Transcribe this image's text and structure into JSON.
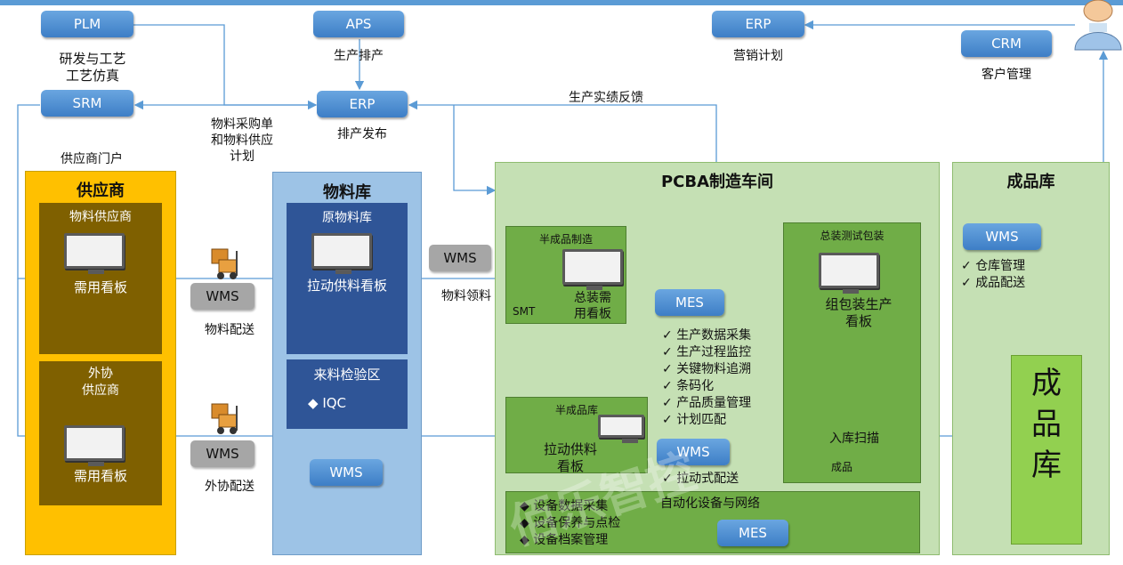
{
  "systems": {
    "plm": "PLM",
    "aps": "APS",
    "erp_top": "ERP",
    "crm": "CRM",
    "srm": "SRM",
    "erp_mid": "ERP"
  },
  "labels": {
    "plm_desc": "研发与工艺\n工艺仿真",
    "aps_desc": "生产排产",
    "erp_top_desc": "营销计划",
    "crm_desc": "客户管理",
    "erp_mid_desc": "排产发布",
    "purchase": "物料采购单\n和物料供应\n计划",
    "feedback": "生产实绩反馈",
    "supplier_portal": "供应商门户",
    "material_delivery": "物料配送",
    "outsource_delivery": "外协配送",
    "material_pick": "物料领料"
  },
  "supplier": {
    "title": "供应商",
    "material_supplier": "物料供应商",
    "material_board": "需用看板",
    "outsource_supplier": "外协\n供应商",
    "outsource_board": "需用看板"
  },
  "warehouse": {
    "title": "物料库",
    "raw": "原物料库",
    "raw_board": "拉动供料看板",
    "inspect": "来料检验区",
    "iqc": "IQC",
    "wms": "WMS"
  },
  "wms_labels": {
    "wms1": "WMS",
    "wms2": "WMS",
    "wms3": "WMS"
  },
  "pcba": {
    "title": "PCBA制造车间",
    "semi_make": "半成品制造",
    "smt": "SMT",
    "assembly_board": "总装需\n用看板",
    "mes": "MES",
    "mes_checks": [
      "生产数据采集",
      "生产过程监控",
      "关键物料追溯",
      "条码化",
      "产品质量管理",
      "计划匹配"
    ],
    "assembly_test": "总装测试包装",
    "assembly_board2": "组包装生产\n看板",
    "inbound_scan": "入库扫描",
    "finished": "成品",
    "semi_store": "半成品库",
    "semi_board": "拉动供料\n看板",
    "wms": "WMS",
    "pull_delivery": "拉动式配送",
    "equip_title": "自动化设备与网络",
    "equip_items": [
      "设备数据采集",
      "设备保养与点检",
      "设备档案管理"
    ],
    "mes2": "MES"
  },
  "finished_store": {
    "title": "成品库",
    "wms": "WMS",
    "checks": [
      "仓库管理",
      "成品配送"
    ],
    "big": "成\n品\n库"
  },
  "watermark": "佰乐智控",
  "icons": {
    "customer": "customer-icon",
    "forklift": "forklift-icon",
    "monitor": "monitor-icon"
  },
  "colors": {
    "accent_blue": "#5b9bd5",
    "supplier_yellow": "#ffc000",
    "supplier_brown": "#7f6000",
    "warehouse_blue": "#9dc3e6",
    "warehouse_dark": "#2f5597",
    "pcba_light": "#c5e0b4",
    "pcba_dark": "#70ad47",
    "finished_green": "#92d050"
  }
}
